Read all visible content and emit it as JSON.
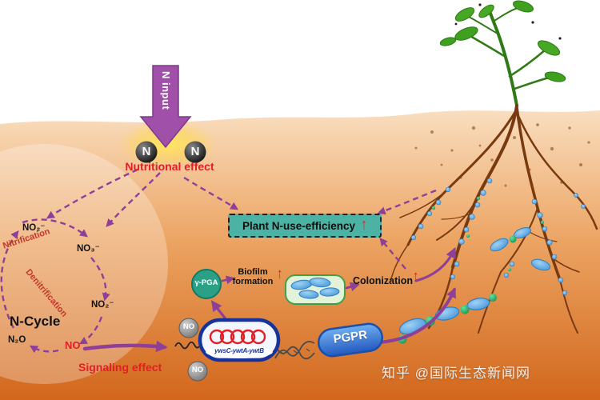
{
  "diagram": {
    "n_input_label": "N input",
    "n_ball_left": "N",
    "n_ball_right": "N",
    "nutritional_effect": "Nutritional effect",
    "signaling_effect": "Signaling effect",
    "n_cycle": {
      "title": "N-Cycle",
      "nitrite_top": "NO₂⁻",
      "nitrate": "NO₃⁻",
      "nitrite_bottom": "NO₂⁻",
      "nitrous_oxide": "N₂O",
      "nitric_oxide": "NO",
      "nitrification": "Nitrification",
      "denitrification": "Denitrification"
    },
    "plant_box": {
      "label": "Plant N-use-efficiency",
      "up_arrow": "↑"
    },
    "gamma_pga": "γ-PGA",
    "biofilm": {
      "line1": "Biofilm",
      "line2": "formation",
      "up_arrow": "↑"
    },
    "colonization": {
      "label": "Colonization",
      "up_arrow": "↑"
    },
    "bacterium_gene_label": "ywsC-ywtA-ywtB",
    "no_molecule_top": "NO",
    "no_molecule_bottom": "NO",
    "pgpr_label": "PGPR"
  },
  "watermark": "知乎 @国际生态新闻网",
  "colors": {
    "arrow_purple": "#8e3f97",
    "effect_red": "#e31e24",
    "teal_box": "#4cb3a4",
    "soil_top": "#f9debf",
    "soil_bottom": "#d2671c",
    "pgpr_blue": "#2458c0",
    "bacteria_blue": "#3c8fd6",
    "green_sphere": "#168a4c"
  }
}
